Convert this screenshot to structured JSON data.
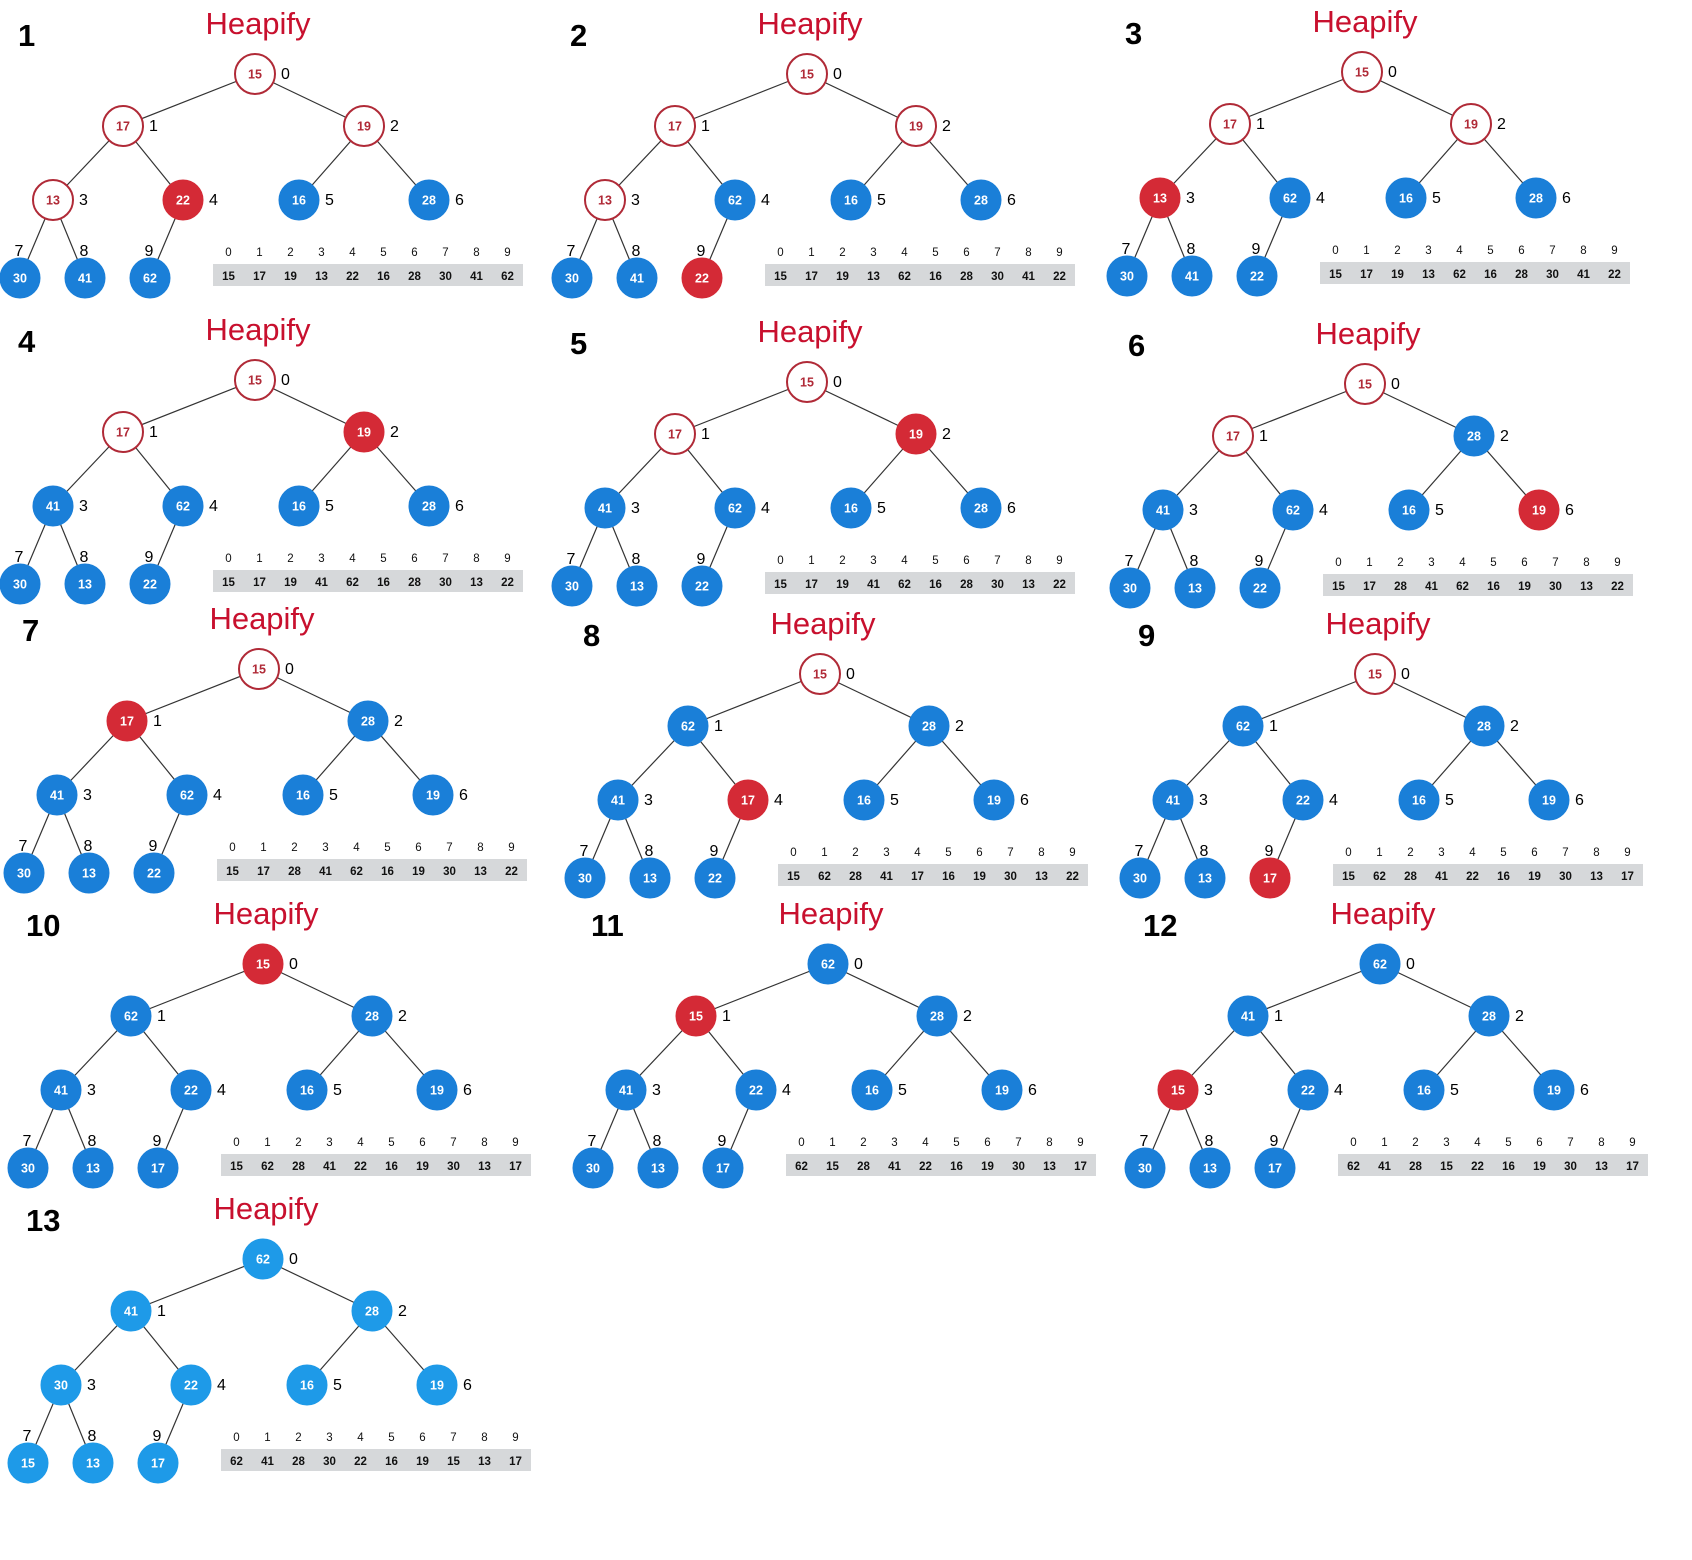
{
  "colors": {
    "title": "#c8102e",
    "highlight": "#d42a36",
    "outline_stroke": "#b02a37",
    "heap_node": "#1a7fd8",
    "final_node": "#1e9ae8",
    "edge": "#333333",
    "array_bar": "#d6d8da"
  },
  "node_styles": {
    "o": "outlined-red",
    "r": "highlighted-red",
    "b": "blue-heap-node",
    "c": "final-blue-node"
  },
  "panels": [
    {
      "step": "1",
      "title": "Heapify",
      "values": [
        15,
        17,
        19,
        13,
        22,
        16,
        28,
        30,
        41,
        62
      ],
      "styles": [
        "o",
        "o",
        "o",
        "o",
        "r",
        "b",
        "b",
        "b",
        "b",
        "b"
      ]
    },
    {
      "step": "2",
      "title": "Heapify",
      "values": [
        15,
        17,
        19,
        13,
        62,
        16,
        28,
        30,
        41,
        22
      ],
      "styles": [
        "o",
        "o",
        "o",
        "o",
        "b",
        "b",
        "b",
        "b",
        "b",
        "r"
      ]
    },
    {
      "step": "3",
      "title": "Heapify",
      "values": [
        15,
        17,
        19,
        13,
        62,
        16,
        28,
        30,
        41,
        22
      ],
      "styles": [
        "o",
        "o",
        "o",
        "r",
        "b",
        "b",
        "b",
        "b",
        "b",
        "b"
      ]
    },
    {
      "step": "4",
      "title": "Heapify",
      "values": [
        15,
        17,
        19,
        41,
        62,
        16,
        28,
        30,
        13,
        22
      ],
      "styles": [
        "o",
        "o",
        "r",
        "b",
        "b",
        "b",
        "b",
        "b",
        "b",
        "b"
      ]
    },
    {
      "step": "5",
      "title": "Heapify",
      "values": [
        15,
        17,
        19,
        41,
        62,
        16,
        28,
        30,
        13,
        22
      ],
      "styles": [
        "o",
        "o",
        "r",
        "b",
        "b",
        "b",
        "b",
        "b",
        "b",
        "b"
      ]
    },
    {
      "step": "6",
      "title": "Heapify",
      "values": [
        15,
        17,
        28,
        41,
        62,
        16,
        19,
        30,
        13,
        22
      ],
      "styles": [
        "o",
        "o",
        "b",
        "b",
        "b",
        "b",
        "r",
        "b",
        "b",
        "b"
      ]
    },
    {
      "step": "7",
      "title": "Heapify",
      "values": [
        15,
        17,
        28,
        41,
        62,
        16,
        19,
        30,
        13,
        22
      ],
      "styles": [
        "o",
        "r",
        "b",
        "b",
        "b",
        "b",
        "b",
        "b",
        "b",
        "b"
      ]
    },
    {
      "step": "8",
      "title": "Heapify",
      "values": [
        15,
        62,
        28,
        41,
        17,
        16,
        19,
        30,
        13,
        22
      ],
      "styles": [
        "o",
        "b",
        "b",
        "b",
        "r",
        "b",
        "b",
        "b",
        "b",
        "b"
      ]
    },
    {
      "step": "9",
      "title": "Heapify",
      "values": [
        15,
        62,
        28,
        41,
        22,
        16,
        19,
        30,
        13,
        17
      ],
      "styles": [
        "o",
        "b",
        "b",
        "b",
        "b",
        "b",
        "b",
        "b",
        "b",
        "r"
      ]
    },
    {
      "step": "10",
      "title": "Heapify",
      "values": [
        15,
        62,
        28,
        41,
        22,
        16,
        19,
        30,
        13,
        17
      ],
      "styles": [
        "r",
        "b",
        "b",
        "b",
        "b",
        "b",
        "b",
        "b",
        "b",
        "b"
      ]
    },
    {
      "step": "11",
      "title": "Heapify",
      "values": [
        62,
        15,
        28,
        41,
        22,
        16,
        19,
        30,
        13,
        17
      ],
      "styles": [
        "b",
        "r",
        "b",
        "b",
        "b",
        "b",
        "b",
        "b",
        "b",
        "b"
      ]
    },
    {
      "step": "12",
      "title": "Heapify",
      "values": [
        62,
        41,
        28,
        15,
        22,
        16,
        19,
        30,
        13,
        17
      ],
      "styles": [
        "b",
        "b",
        "b",
        "r",
        "b",
        "b",
        "b",
        "b",
        "b",
        "b"
      ]
    },
    {
      "step": "13",
      "title": "Heapify",
      "values": [
        62,
        41,
        28,
        30,
        22,
        16,
        19,
        15,
        13,
        17
      ],
      "styles": [
        "c",
        "c",
        "c",
        "c",
        "c",
        "c",
        "c",
        "c",
        "c",
        "c"
      ]
    }
  ]
}
